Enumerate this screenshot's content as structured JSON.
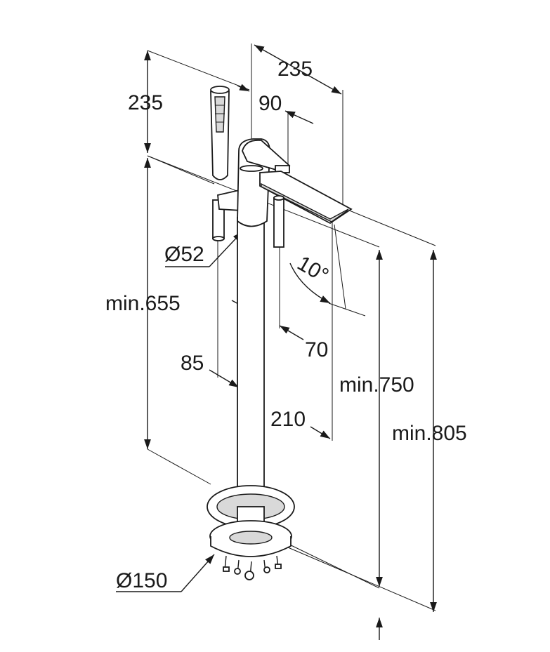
{
  "dimensions": {
    "handset_height": "235",
    "spout_length": "235",
    "spout_offset": "90",
    "pipe_diameter": "Ø52",
    "spout_angle": "10°",
    "min_height_handset": "min.655",
    "spout_drop": "70",
    "handset_offset": "85",
    "spout_reach": "210",
    "min_height_spout": "min.750",
    "min_height_total": "min.805",
    "base_diameter": "Ø150"
  }
}
